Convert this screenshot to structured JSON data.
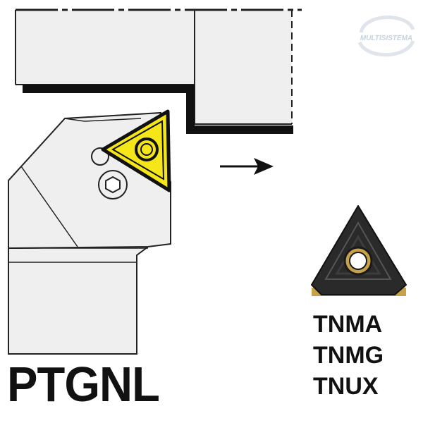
{
  "model_code": "PTGNL",
  "insert_types": [
    "TNMA",
    "TNMG",
    "TNUX"
  ],
  "watermark": {
    "text": "MULTISISTEMA",
    "color": "#c8d2dc"
  },
  "colors": {
    "insert": "#f5e61a",
    "holder": "#efefef",
    "outline": "#222222",
    "workpiece": "#efefef",
    "carbide": "#2a2a2a",
    "carbide_edge": "#c8a24a"
  },
  "icons": {
    "feed_direction": "arrow-right-icon",
    "clamp_screw": "hex-screw-icon",
    "insert_hole": "insert-hole-icon"
  }
}
